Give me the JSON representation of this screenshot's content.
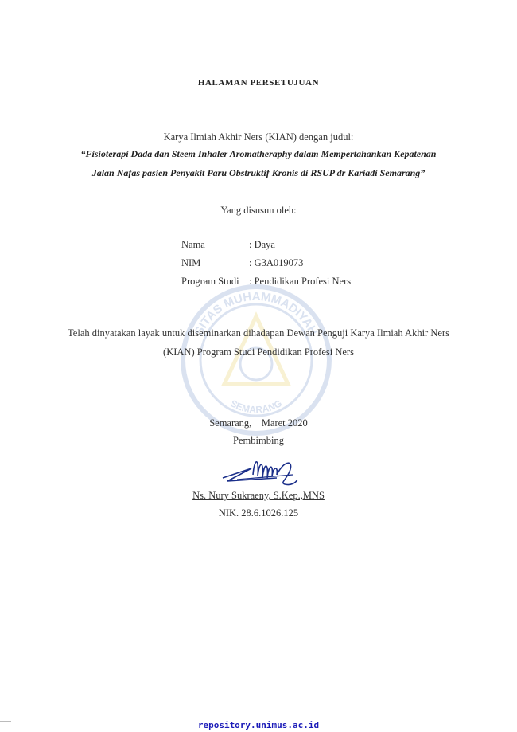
{
  "header": {
    "title": "HALAMAN  PERSETUJUAN"
  },
  "intro": {
    "line": "Karya Ilmiah Akhir Ners (KIAN) dengan judul:",
    "title_line1": "“Fisioterapi Dada dan Steem Inhaler Aromatheraphy dalam Mempertahankan Kepatenan",
    "title_line2": "Jalan Nafas pasien Penyakit Paru Obstruktif Kronis di RSUP dr Kariadi Semarang”"
  },
  "author": {
    "label": "Yang disusun oleh:",
    "rows": [
      {
        "key": "Nama",
        "value": ": Daya"
      },
      {
        "key": "NIM",
        "value": ": G3A019073"
      },
      {
        "key": "Program Studi",
        "value": ": Pendidikan Profesi Ners"
      }
    ]
  },
  "statement": {
    "line1": "Telah dinyatakan layak untuk diseminarkan dihadapan Dewan Penguji Karya Ilmiah Akhir Ners",
    "line2": "(KIAN) Program Studi Pendidikan Profesi Ners"
  },
  "approval": {
    "place_date": "Semarang,    Maret 2020",
    "role": "Pembimbing",
    "name": "Ns. Nury Sukraeny, S.Kep.,MNS",
    "nik": "NIK. 28.6.1026.125"
  },
  "watermark": {
    "text": "SITAS MUHAMMADIYAH",
    "bottom_text": "SEMARANG"
  },
  "footer": {
    "url": "repository.unimus.ac.id"
  },
  "colors": {
    "footer": "#1a1ab8",
    "watermark": "#5b7fbf"
  }
}
